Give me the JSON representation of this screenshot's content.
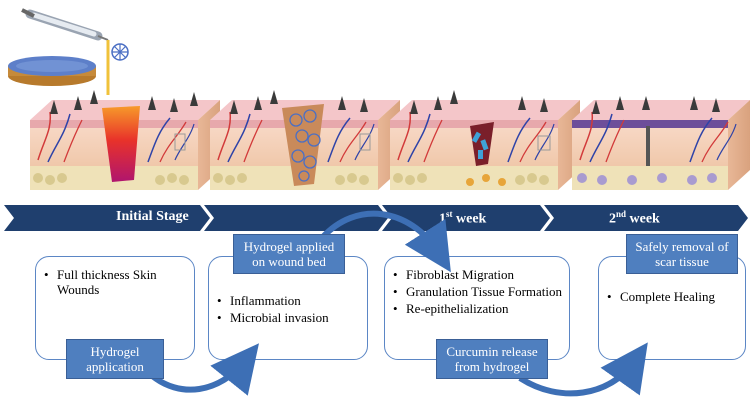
{
  "timeline": {
    "stage1": "Initial Stage",
    "stage2_num": "1",
    "stage2_sup": "st",
    "stage2_rest": " week",
    "stage3_num": "2",
    "stage3_sup": "nd",
    "stage3_rest": " week"
  },
  "boxes": {
    "box1": {
      "items": [
        "Full thickness Skin Wounds"
      ],
      "tag": "Hydrogel application"
    },
    "box2": {
      "tag": "Hydrogel applied on wound bed",
      "items": [
        "Inflammation",
        "Microbial invasion"
      ]
    },
    "box3": {
      "items": [
        "Fibroblast Migration",
        "Granulation Tissue Formation",
        "Re-epithelialization"
      ],
      "tag": "Curcumin release from hydrogel"
    },
    "box4": {
      "tag": "Safely removal of scar tissue",
      "items": [
        "Complete Healing"
      ]
    }
  },
  "colors": {
    "timeline_blue": "#1f3f6e",
    "tag_blue": "#4f7fbf",
    "box_border": "#5b86c5",
    "arrow_blue": "#3d6fb5",
    "skin_pink": "#f3c9c4",
    "wound_red": "#e4322b"
  }
}
